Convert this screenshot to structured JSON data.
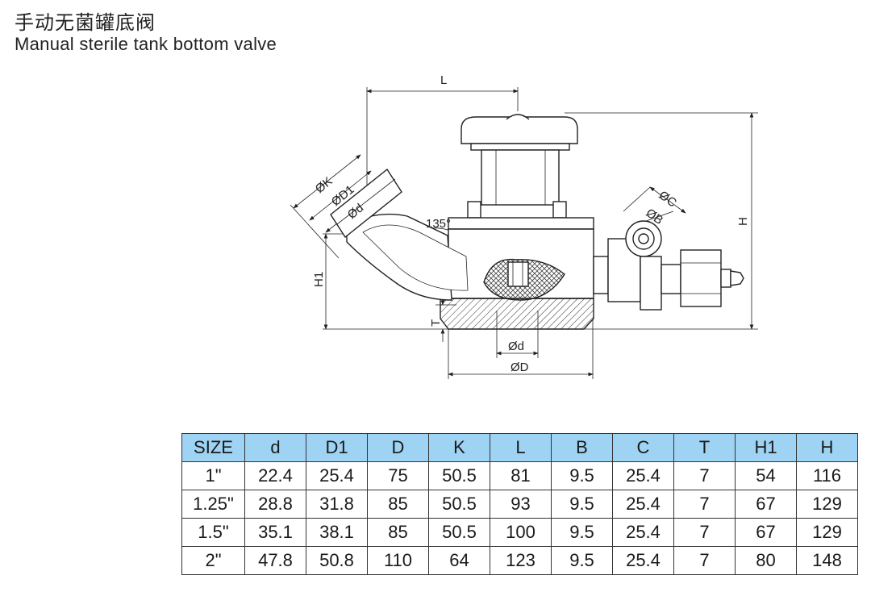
{
  "title": {
    "cn": "手动无菌罐底阀",
    "en": "Manual sterile tank bottom valve"
  },
  "drawing": {
    "labels": {
      "L": "L",
      "H": "H",
      "H1": "H1",
      "T": "T",
      "K": "ØK",
      "D1": "ØD1",
      "d_inlet": "Ød",
      "angle": "135°",
      "C": "ØC",
      "B": "ØB",
      "d_bottom": "Ød",
      "D": "ØD"
    }
  },
  "table": {
    "columns": [
      "SIZE",
      "d",
      "D1",
      "D",
      "K",
      "L",
      "B",
      "C",
      "T",
      "H1",
      "H"
    ],
    "rows": [
      [
        "1\"",
        "22.4",
        "25.4",
        "75",
        "50.5",
        "81",
        "9.5",
        "25.4",
        "7",
        "54",
        "116"
      ],
      [
        "1.25\"",
        "28.8",
        "31.8",
        "85",
        "50.5",
        "93",
        "9.5",
        "25.4",
        "7",
        "67",
        "129"
      ],
      [
        "1.5\"",
        "35.1",
        "38.1",
        "85",
        "50.5",
        "100",
        "9.5",
        "25.4",
        "7",
        "67",
        "129"
      ],
      [
        "2\"",
        "47.8",
        "50.8",
        "110",
        "64",
        "123",
        "9.5",
        "25.4",
        "7",
        "80",
        "148"
      ]
    ]
  },
  "colors": {
    "header_bg": "#9fd3f3",
    "line": "#222222"
  }
}
